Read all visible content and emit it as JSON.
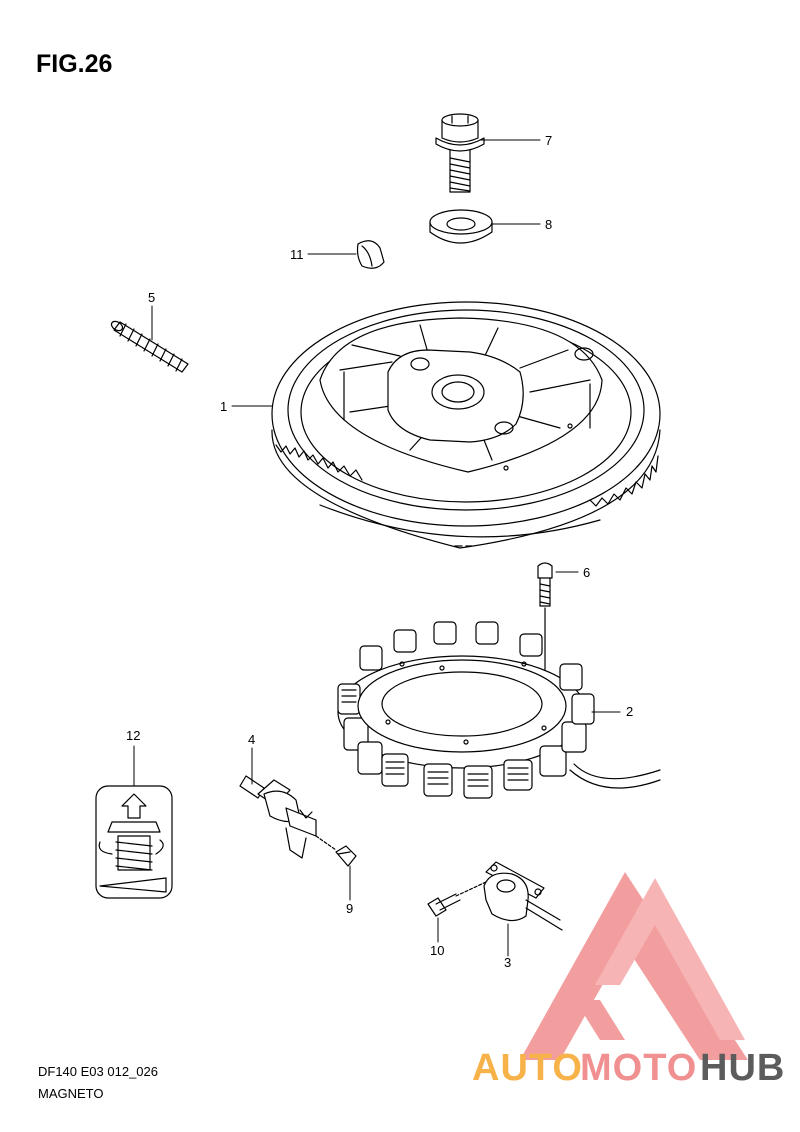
{
  "figure": {
    "title": "FIG.26",
    "code": "DF140 E03 012_026",
    "name": "MAGNETO"
  },
  "callouts": [
    "1",
    "2",
    "3",
    "4",
    "5",
    "6",
    "7",
    "8",
    "9",
    "10",
    "11",
    "12"
  ],
  "watermark": {
    "part1": "AUTO",
    "part2": "MOTO",
    "part3": "HUB",
    "colors": {
      "auto": "#f7b24a",
      "moto": "#f09090",
      "hub": "#5c5c5c",
      "triangle": "#f28e8e"
    }
  }
}
